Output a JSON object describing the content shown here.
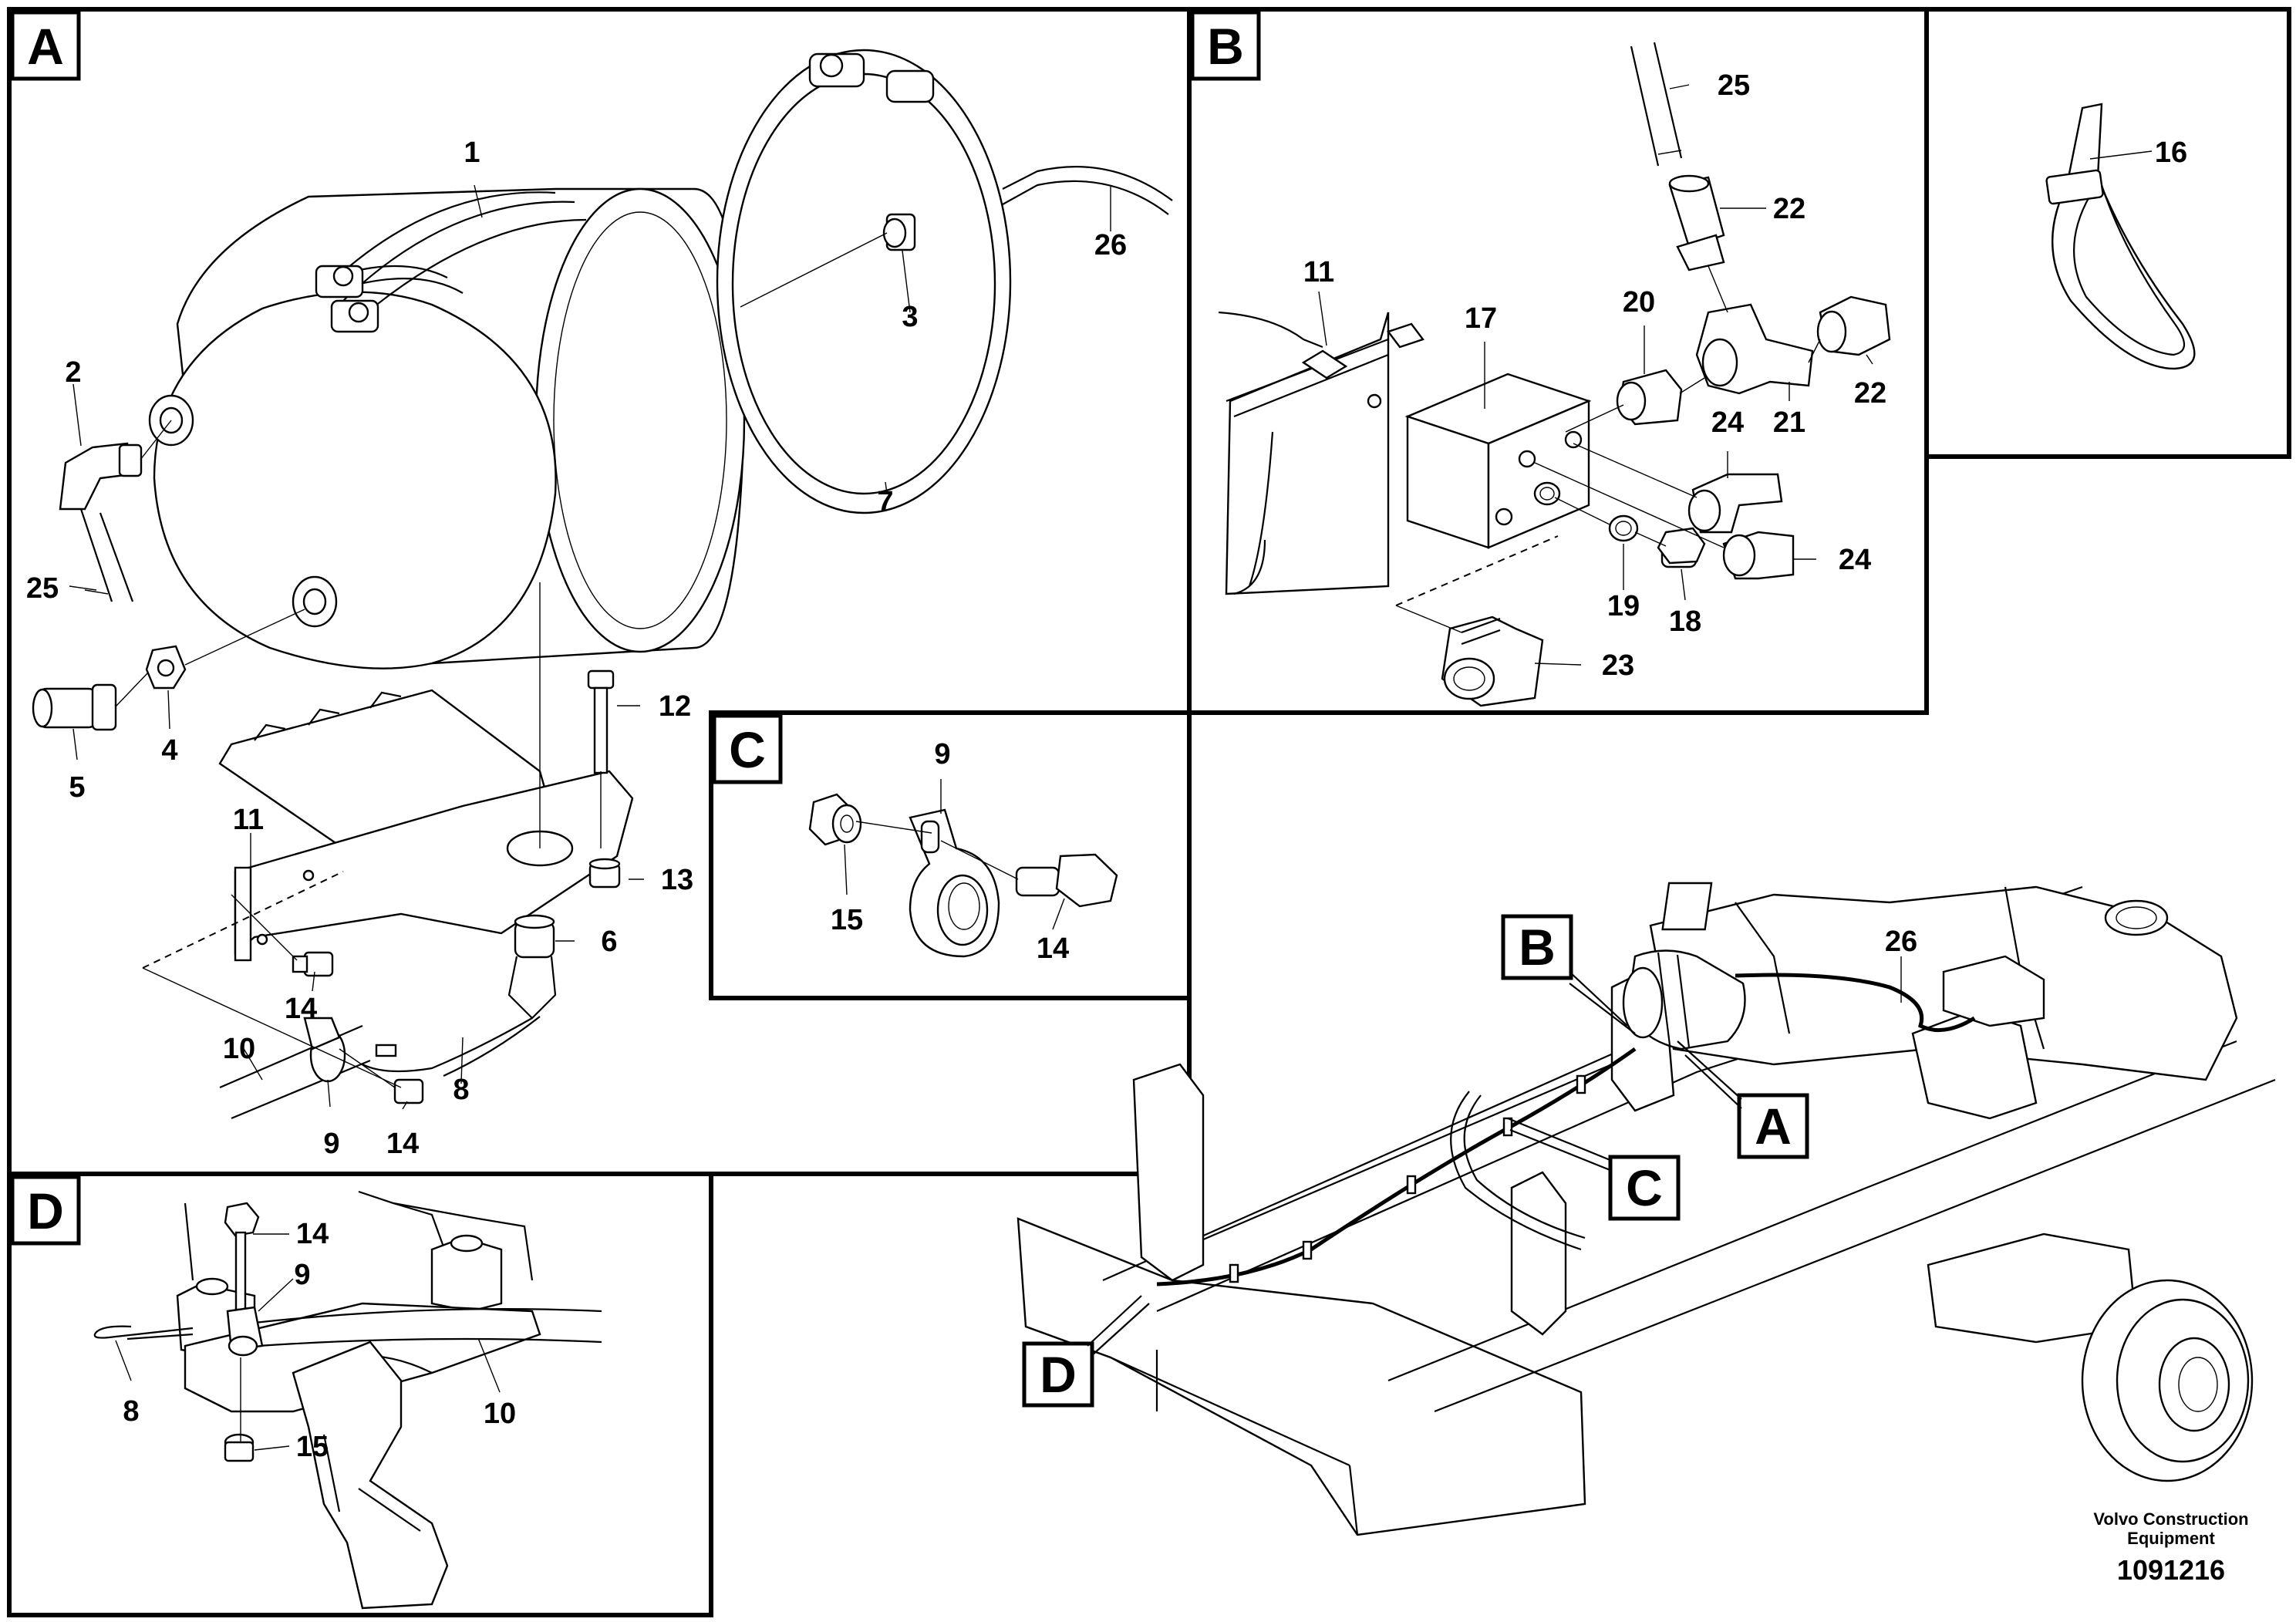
{
  "panels": {
    "a": {
      "tag": "A",
      "labels": [
        "1",
        "2",
        "25",
        "5",
        "4",
        "3",
        "7",
        "26",
        "12",
        "11",
        "13",
        "6",
        "14",
        "10",
        "8",
        "9",
        "14"
      ]
    },
    "b": {
      "tag": "B",
      "labels": [
        "25",
        "22",
        "11",
        "17",
        "20",
        "22",
        "24",
        "21",
        "24",
        "19",
        "18",
        "23"
      ]
    },
    "c": {
      "tag": "C",
      "labels": [
        "9",
        "15",
        "14"
      ]
    },
    "d": {
      "tag": "D",
      "labels": [
        "14",
        "9",
        "8",
        "10",
        "15"
      ]
    },
    "e": {
      "labels": [
        "16"
      ]
    }
  },
  "overview": {
    "callouts": [
      "B",
      "A",
      "C",
      "D"
    ],
    "labels": [
      "26"
    ]
  },
  "footer": {
    "company_line1": "Volvo Construction",
    "company_line2": "Equipment",
    "drawing_number": "1091216"
  }
}
